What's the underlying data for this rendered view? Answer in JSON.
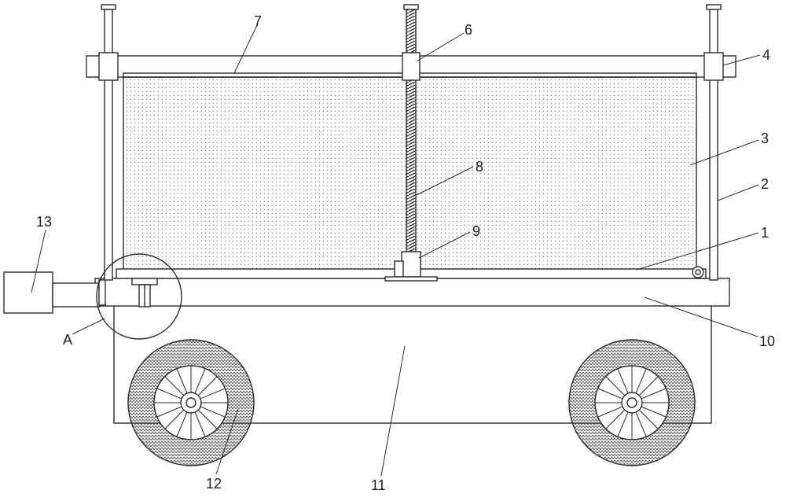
{
  "diagram": {
    "callouts": [
      {
        "id": "c1",
        "text": "1"
      },
      {
        "id": "c2",
        "text": "2"
      },
      {
        "id": "c3",
        "text": "3"
      },
      {
        "id": "c4",
        "text": "4"
      },
      {
        "id": "c6",
        "text": "6"
      },
      {
        "id": "c7",
        "text": "7"
      },
      {
        "id": "c8",
        "text": "8"
      },
      {
        "id": "c9",
        "text": "9"
      },
      {
        "id": "c10",
        "text": "10"
      },
      {
        "id": "c11",
        "text": "11"
      },
      {
        "id": "c12",
        "text": "12"
      },
      {
        "id": "c13",
        "text": "13"
      },
      {
        "id": "cA",
        "text": "A"
      }
    ],
    "colors": {
      "line": "#2b2b2b",
      "fill": "#ffffff",
      "dots": "#8a8a8a"
    }
  }
}
